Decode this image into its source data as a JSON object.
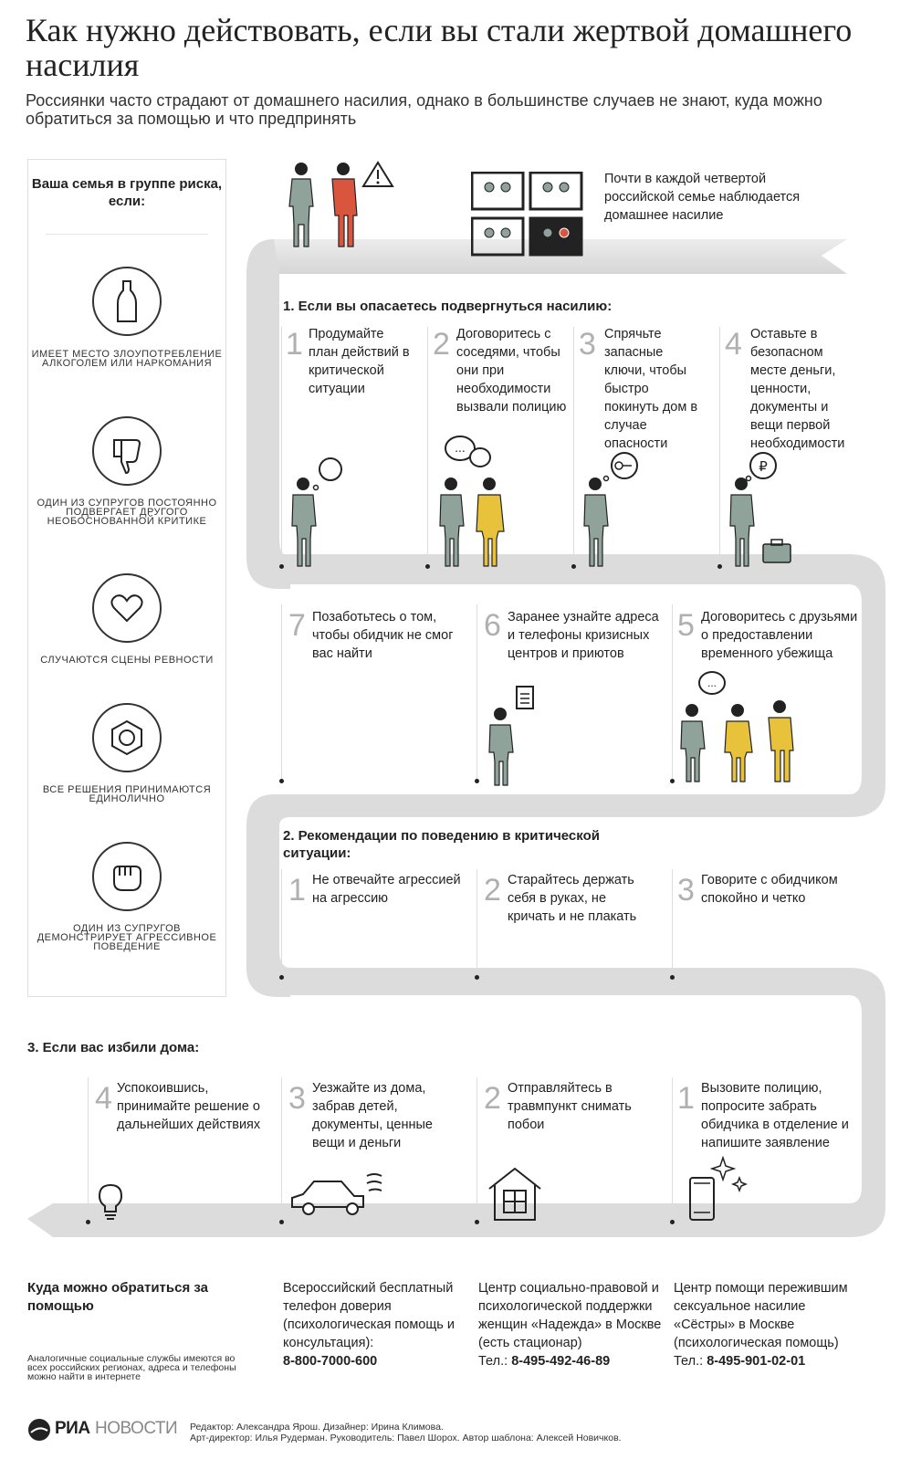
{
  "header": {
    "title": "Как нужно действовать, если вы стали жертвой домашнего насилия",
    "subtitle": "Россиянки часто страдают от домашнего насилия, однако в большинстве случаев не знают, куда можно обратиться за помощью и что предпринять"
  },
  "risk": {
    "heading": "Ваша семья в группе риска, если:",
    "items": [
      {
        "icon": "bottle-icon",
        "text": "ИМЕЕТ МЕСТО ЗЛОУПОТРЕБЛЕНИЕ АЛКОГОЛЕМ ИЛИ НАРКОМАНИЯ"
      },
      {
        "icon": "thumbs-down-icon",
        "text": "ОДИН ИЗ СУПРУГОВ ПОСТОЯННО ПОДВЕРГАЕТ ДРУГОГО НЕОБОСНОВАННОЙ КРИТИКЕ"
      },
      {
        "icon": "heart-icon",
        "text": "СЛУЧАЮТСЯ СЦЕНЫ РЕВНОСТИ"
      },
      {
        "icon": "hexagon-nut-icon",
        "text": "ВСЕ РЕШЕНИЯ ПРИНИМАЮТСЯ ЕДИНОЛИЧНО"
      },
      {
        "icon": "fist-icon",
        "text": "ОДИН ИЗ СУПРУГОВ ДЕМОНСТРИРУЕТ АГРЕССИВНОЕ ПОВЕДЕНИЕ"
      }
    ]
  },
  "stat": {
    "text": "Почти в каждой четвертой российской семье наблюдается домашнее насилие",
    "fraction": 0.25
  },
  "section1": {
    "title": "1. Если вы опасаетесь подвергнуться насилию:",
    "steps": [
      {
        "num": "1",
        "text": "Продумайте план действий в критической ситуации"
      },
      {
        "num": "2",
        "text": "Договоритесь с соседями, чтобы они при необходимости вызвали полицию"
      },
      {
        "num": "3",
        "text": "Спрячьте запасные ключи, чтобы быстро покинуть дом в случае опасности"
      },
      {
        "num": "4",
        "text": "Оставьте в безопасном месте деньги, ценности, документы и вещи первой необходимости"
      },
      {
        "num": "5",
        "text": "Договоритесь с друзьями о предоставлении временного убежища"
      },
      {
        "num": "6",
        "text": "Заранее узнайте адреса и телефоны кризисных центров и приютов"
      },
      {
        "num": "7",
        "text": "Позаботьтесь о том, чтобы обидчик не смог вас найти"
      }
    ],
    "speech_dots": "...",
    "ruble_sign": "₽"
  },
  "section2": {
    "title": "2. Рекомендации по поведению в критической ситуации:",
    "steps": [
      {
        "num": "1",
        "text": "Не отвечайте агрессией на агрессию"
      },
      {
        "num": "2",
        "text": "Старайтесь держать себя в руках, не кричать и не плакать"
      },
      {
        "num": "3",
        "text": "Говорите с обидчиком спокойно и четко"
      }
    ]
  },
  "section3": {
    "title": "3. Если вас избили дома:",
    "steps": [
      {
        "num": "4",
        "text": "Успокоившись, принимайте решение о дальнейших действиях",
        "icon": "lightbulb-icon"
      },
      {
        "num": "3",
        "text": "Уезжайте из дома, забрав детей, документы, ценные вещи и деньги",
        "icon": "car-icon"
      },
      {
        "num": "2",
        "text": "Отправляйтесь в травмпункт снимать побои",
        "icon": "house-icon"
      },
      {
        "num": "1",
        "text": "Вызовите полицию, попросите забрать обидчика в отделение и напишите заявление",
        "icon": "phone-icon"
      }
    ]
  },
  "contacts": {
    "heading": "Куда можно обратиться за помощью",
    "note": "Аналогичные социальные службы имеются во всех российских регионах, адреса и телефоны можно найти в интернете",
    "items": [
      {
        "text": "Всероссийский бесплатный телефон доверия (психологическая помощь и консультация):",
        "phone": "8-800-7000-600",
        "prefix": ""
      },
      {
        "text": "Центр социально-правовой и психологической поддержки женщин «Надежда» в Москве (есть стационар)",
        "phone": "8-495-492-46-89",
        "prefix": "Тел.: "
      },
      {
        "text": "Центр помощи пережившим сексуальное насилие «Сёстры» в Москве (психологическая помощь)",
        "phone": "8-495-901-02-01",
        "prefix": "Тел.: "
      }
    ]
  },
  "footer": {
    "logo_a": "РИА",
    "logo_b": "НОВОСТИ",
    "credits_1": "Редактор: Александра Ярош. Дизайнер: Ирина Климова.",
    "credits_2": "Арт-директор: Илья Рудерман. Руководитель: Павел Шорох. Автор шаблона: Алексей Новичков."
  },
  "colors": {
    "ribbon": "#e4e4e4",
    "ribbon_shadow": "#c8c8c8",
    "victim": "#8fa39a",
    "abuser": "#d9553e",
    "friend": "#e9c23b",
    "number": "#b0b0b0"
  }
}
